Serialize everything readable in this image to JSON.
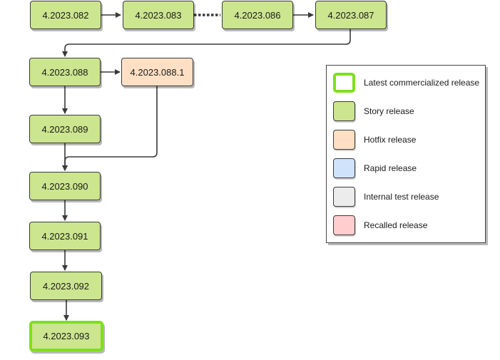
{
  "nodes": [
    {
      "id": "n082",
      "label": "4.2023.082",
      "kind": "story"
    },
    {
      "id": "n083",
      "label": "4.2023.083",
      "kind": "story"
    },
    {
      "id": "n086",
      "label": "4.2023.086",
      "kind": "story"
    },
    {
      "id": "n087",
      "label": "4.2023.087",
      "kind": "story"
    },
    {
      "id": "n088",
      "label": "4.2023.088",
      "kind": "story"
    },
    {
      "id": "n0881",
      "label": "4.2023.088.1",
      "kind": "hotfix"
    },
    {
      "id": "n089",
      "label": "4.2023.089",
      "kind": "story"
    },
    {
      "id": "n090",
      "label": "4.2023.090",
      "kind": "story"
    },
    {
      "id": "n091",
      "label": "4.2023.091",
      "kind": "story"
    },
    {
      "id": "n092",
      "label": "4.2023.092",
      "kind": "story"
    },
    {
      "id": "n093",
      "label": "4.2023.093",
      "kind": "latest"
    }
  ],
  "legend": {
    "items": [
      {
        "label": "Latest commercialized release",
        "fill": "#ffffff",
        "border": "#7ee01a",
        "kind": "latest"
      },
      {
        "label": "Story release",
        "fill": "#cce58f",
        "border": "#3a3a3a",
        "kind": "story"
      },
      {
        "label": "Hotfix release",
        "fill": "#ffe0c4",
        "border": "#3a3a3a",
        "kind": "hotfix"
      },
      {
        "label": "Rapid release",
        "fill": "#cfe3fb",
        "border": "#3a3a3a",
        "kind": "rapid"
      },
      {
        "label": "Internal test release",
        "fill": "#ececec",
        "border": "#3a3a3a",
        "kind": "internal"
      },
      {
        "label": "Recalled release",
        "fill": "#ffcdcd",
        "border": "#3a3a3a",
        "kind": "recalled"
      }
    ]
  },
  "colors": {
    "story": "#cce58f",
    "hotfix": "#ffe0c4",
    "latest_border": "#7ee01a",
    "line": "#3a3a3a"
  },
  "icons": [
    "arrow-right-icon",
    "arrow-down-icon",
    "dotted-gap-icon"
  ]
}
